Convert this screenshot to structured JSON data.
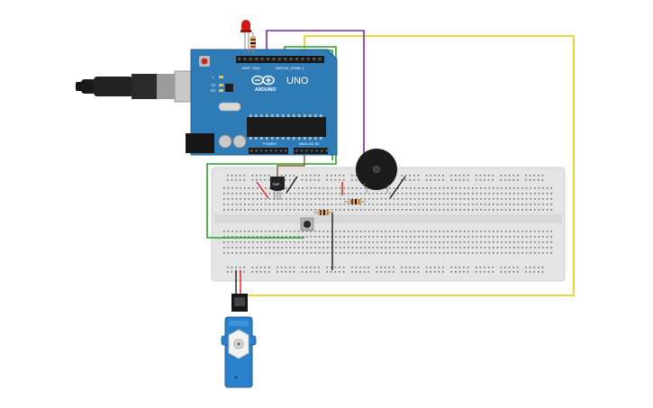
{
  "board": {
    "brand": "ARDUINO",
    "model": "UNO",
    "digital_label": "DIGITAL (PWM~)",
    "power_label": "POWER",
    "analog_label": "ANALOG IN",
    "led_l": "L",
    "led_tx": "TX",
    "led_rx": "RX",
    "aref": "AREF",
    "gnd": "GND"
  },
  "sensor": {
    "label": "TMP"
  },
  "colors": {
    "board_blue": "#2f7bb5",
    "breadboard": "#e6e6e6",
    "wire_yellow": "#e8c800",
    "wire_purple": "#7d2a9c",
    "wire_green": "#2aa02a",
    "wire_red": "#e02020",
    "wire_black": "#1a1a1a",
    "servo_blue": "#2b80cc",
    "led_red": "#d01818",
    "buzzer": "#1c1c1c"
  },
  "icons": [
    "usb-cable-icon",
    "led-icon",
    "resistor-icon",
    "temperature-sensor-icon",
    "pushbutton-icon",
    "buzzer-icon",
    "servo-icon"
  ]
}
